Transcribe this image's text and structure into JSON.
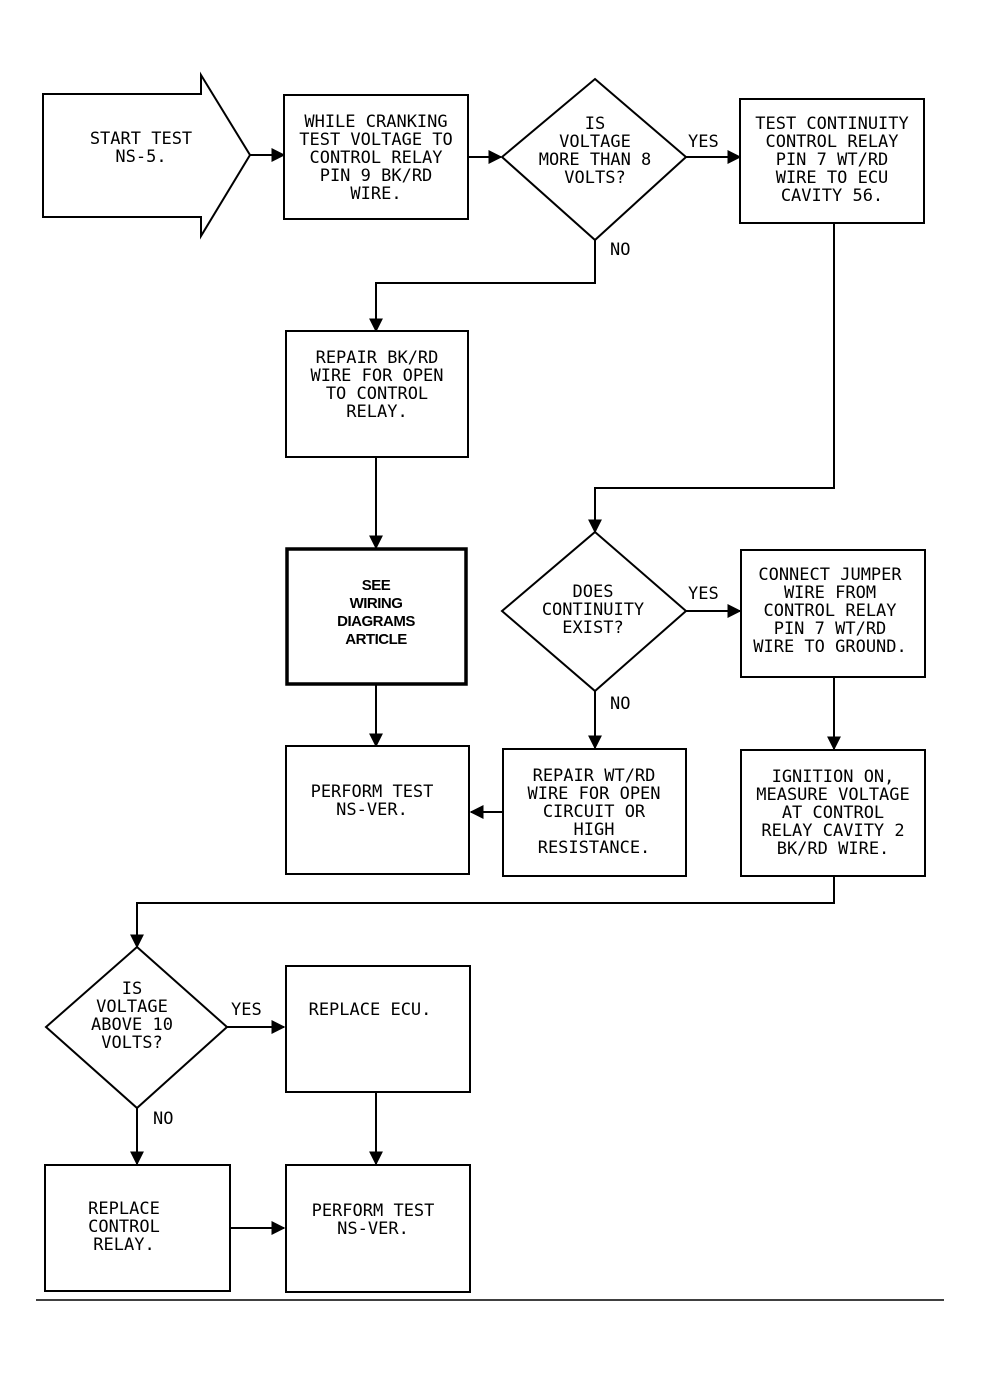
{
  "nodes": {
    "start": [
      "START TEST",
      "NS-5."
    ],
    "crank": [
      "WHILE CRANKING",
      "TEST VOLTAGE TO",
      "CONTROL RELAY",
      "PIN 9 BK/RD",
      "WIRE."
    ],
    "q1": [
      "IS",
      "VOLTAGE",
      "MORE THAN 8",
      "VOLTS?"
    ],
    "cont_test": [
      "TEST CONTINUITY",
      "CONTROL RELAY",
      "PIN 7 WT/RD",
      "WIRE TO ECU",
      "CAVITY 56."
    ],
    "repair_bkrd": [
      "REPAIR BK/RD",
      "WIRE FOR OPEN",
      "TO CONTROL",
      "RELAY."
    ],
    "see_wiring": [
      "SEE",
      "WIRING",
      "DIAGRAMS",
      "ARTICLE"
    ],
    "q2": [
      "DOES",
      "CONTINUITY",
      "EXIST?"
    ],
    "jumper": [
      "CONNECT JUMPER",
      "WIRE FROM",
      "CONTROL RELAY",
      "PIN 7 WT/RD",
      "WIRE TO GROUND."
    ],
    "perform1": [
      "PERFORM TEST",
      "NS-VER."
    ],
    "repair_wtrd": [
      "REPAIR WT/RD",
      "WIRE FOR OPEN",
      "CIRCUIT OR",
      "HIGH",
      "RESISTANCE."
    ],
    "ignition": [
      "IGNITION ON,",
      "MEASURE VOLTAGE",
      "AT CONTROL",
      "RELAY CAVITY 2",
      "BK/RD WIRE."
    ],
    "q3": [
      "IS",
      "VOLTAGE",
      "ABOVE 10",
      "VOLTS?"
    ],
    "replace_ecu": [
      "REPLACE ECU."
    ],
    "replace_relay": [
      "REPLACE",
      "CONTROL",
      "RELAY."
    ],
    "perform2": [
      "PERFORM TEST",
      "NS-VER."
    ]
  },
  "edges": {
    "yes": "YES",
    "no": "NO"
  }
}
